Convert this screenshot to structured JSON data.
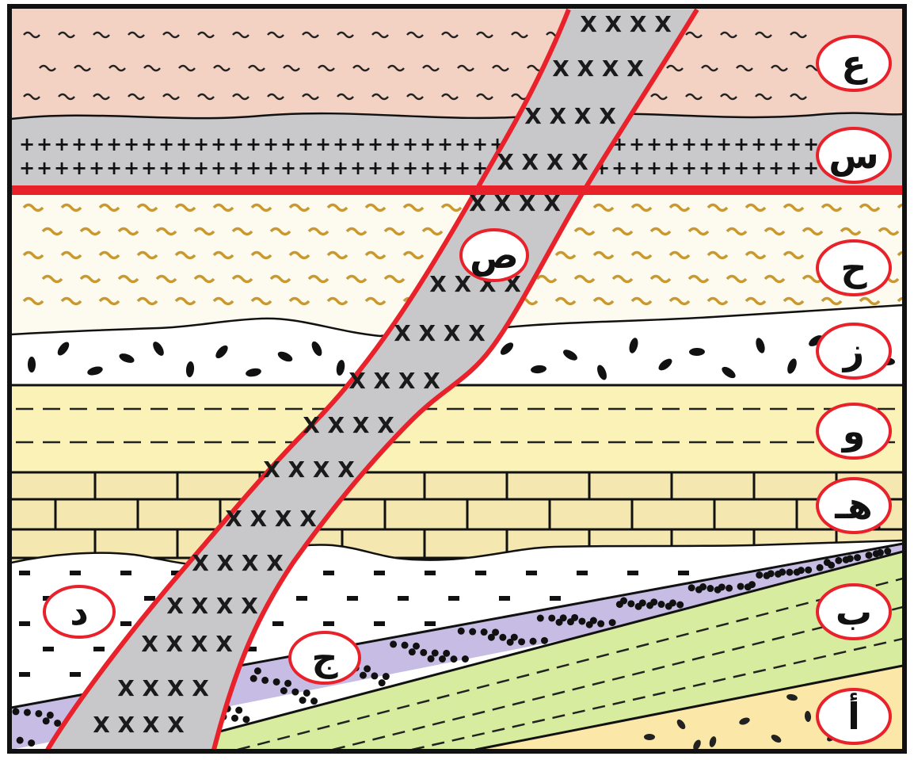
{
  "diagram": {
    "layer_labels": [
      "ع",
      "س",
      "ح",
      "ز",
      "و",
      "هـ",
      "ب",
      "أ"
    ],
    "feature_labels": {
      "intrusion": "ص",
      "unconformity_layer": "ج",
      "left_layer": "د"
    },
    "intrusion_symbol": "X X X X",
    "colors": {
      "layer_top": "#f3d2c3",
      "layer_plus": "#c9c9cc",
      "layer_wavy": "#fdfaf0",
      "layer_wavy_marks": "#c9992f",
      "layer_pebbles": "#ffffff",
      "layer_dashed": "#faf2b6",
      "layer_brick": "#f4e7b0",
      "layer_dash_white": "#ffffff",
      "layer_purple": "#c7bde4",
      "layer_green": "#d8ec9f",
      "layer_bottom": "#fbe8a8",
      "intrusion": "#c8c8cb",
      "outline_red": "#e8212a",
      "frame": "#111111"
    }
  }
}
